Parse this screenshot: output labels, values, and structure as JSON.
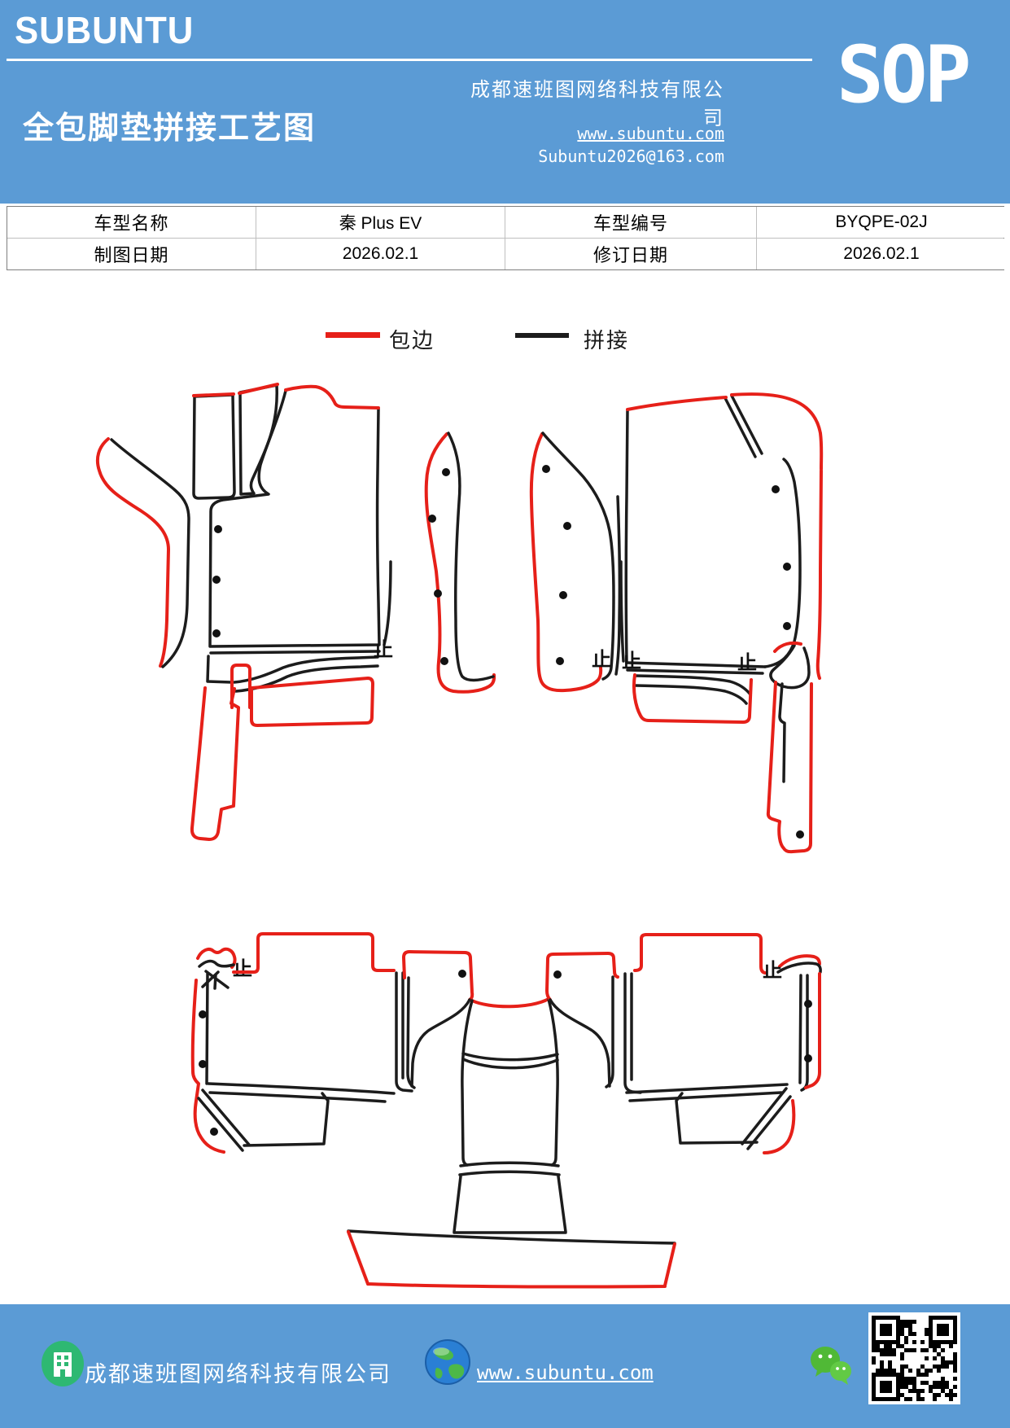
{
  "header": {
    "logo": "SUBUNTU",
    "company": "成都速班图网络科技有限公司",
    "sop": "SOP",
    "title": "全包脚垫拼接工艺图",
    "website": "www.subuntu.com",
    "email": "Subuntu2026@163.com"
  },
  "info_table": {
    "rows": [
      {
        "cells": [
          "车型名称",
          "秦 Plus EV",
          "车型编号",
          "BYQPE-02J"
        ]
      },
      {
        "cells": [
          "制图日期",
          "2026.02.1",
          "修订日期",
          "2026.02.1"
        ]
      }
    ]
  },
  "legend": {
    "items": [
      {
        "label": "包边",
        "color": "#e62019"
      },
      {
        "label": "拼接",
        "color": "#1c1c1c"
      }
    ]
  },
  "drawing": {
    "stop_mark": "止"
  },
  "footer": {
    "company": "成都速班图网络科技有限公司",
    "website": "www.subuntu.com"
  },
  "colors": {
    "header_blue": "#5b9bd5",
    "edge_red": "#e62019",
    "splice_black": "#1c1c1c"
  }
}
